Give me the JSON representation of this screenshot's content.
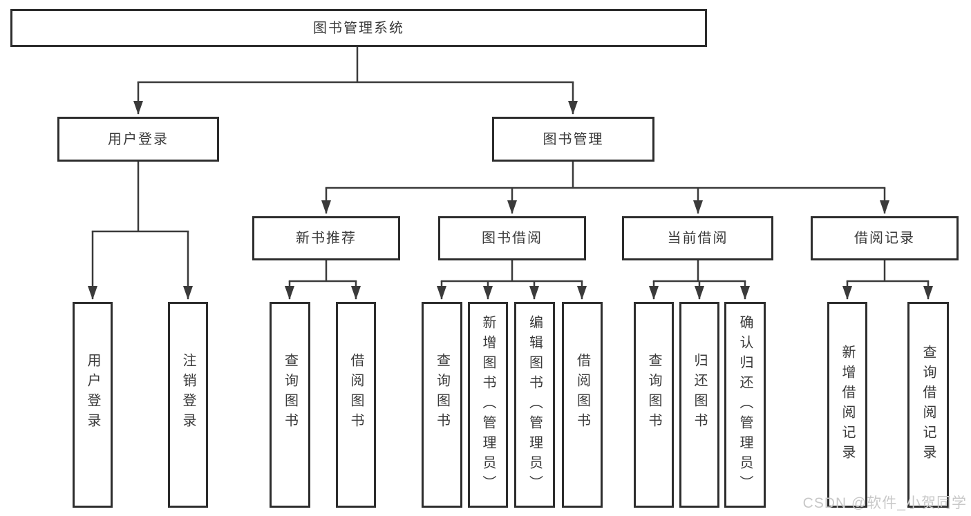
{
  "diagram": {
    "type": "hierarchy-tree",
    "root": {
      "label": "图书管理系统",
      "children": [
        {
          "label": "用户登录",
          "children": [
            {
              "label": "用户登录"
            },
            {
              "label": "注销登录"
            }
          ]
        },
        {
          "label": "图书管理",
          "children": [
            {
              "label": "新书推荐",
              "children": [
                {
                  "label": "查询图书"
                },
                {
                  "label": "借阅图书"
                }
              ]
            },
            {
              "label": "图书借阅",
              "children": [
                {
                  "label": "查询图书"
                },
                {
                  "label": "新增图书（管理员）"
                },
                {
                  "label": "编辑图书（管理员）"
                },
                {
                  "label": "借阅图书"
                }
              ]
            },
            {
              "label": "当前借阅",
              "children": [
                {
                  "label": "查询图书"
                },
                {
                  "label": "归还图书"
                },
                {
                  "label": "确认归还（管理员）"
                }
              ]
            },
            {
              "label": "借阅记录",
              "children": [
                {
                  "label": "新增借阅记录"
                },
                {
                  "label": "查询借阅记录"
                }
              ]
            }
          ]
        }
      ]
    },
    "colors": {
      "box_border": "#2d2d2d",
      "connector_line": "#3a3a3a",
      "text": "#3a3a3a",
      "watermark_text": "#c8c8c8",
      "background": "#ffffff"
    }
  },
  "watermark": {
    "text": "CSDN @软件_小贺同学"
  }
}
